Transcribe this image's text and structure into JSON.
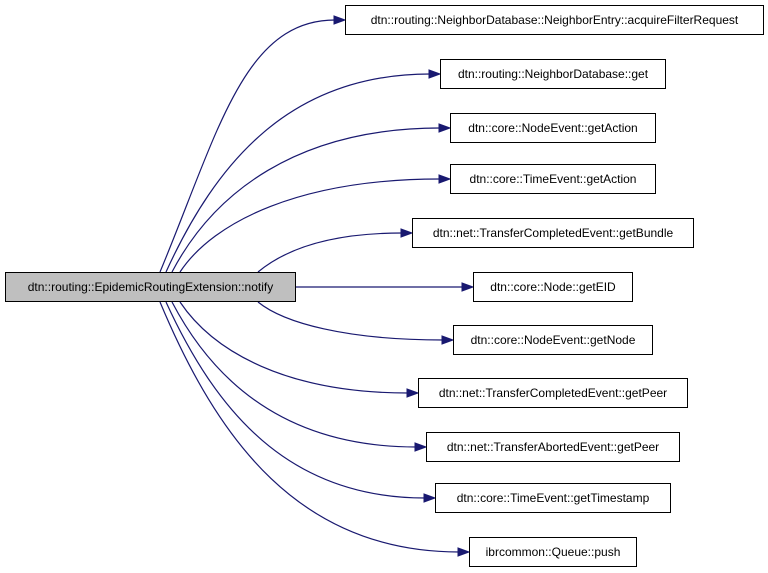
{
  "diagram": {
    "type": "call-graph",
    "edge_color": "#191970",
    "root": {
      "id": "notify",
      "label": "dtn::routing::EpidemicRoutingExtension::notify",
      "fill": "#bfbfbf"
    },
    "callees": [
      {
        "id": "acquireFilterRequest",
        "label": "dtn::routing::NeighborDatabase::NeighborEntry::acquireFilterRequest"
      },
      {
        "id": "neighbordb-get",
        "label": "dtn::routing::NeighborDatabase::get"
      },
      {
        "id": "nodeevent-getaction",
        "label": "dtn::core::NodeEvent::getAction"
      },
      {
        "id": "timeevent-getaction",
        "label": "dtn::core::TimeEvent::getAction"
      },
      {
        "id": "transfercompleted-getbundle",
        "label": "dtn::net::TransferCompletedEvent::getBundle"
      },
      {
        "id": "node-geteid",
        "label": "dtn::core::Node::getEID"
      },
      {
        "id": "nodeevent-getnode",
        "label": "dtn::core::NodeEvent::getNode"
      },
      {
        "id": "transfercompleted-getpeer",
        "label": "dtn::net::TransferCompletedEvent::getPeer"
      },
      {
        "id": "transferaborted-getpeer",
        "label": "dtn::net::TransferAbortedEvent::getPeer"
      },
      {
        "id": "timeevent-gettimestamp",
        "label": "dtn::core::TimeEvent::getTimestamp"
      },
      {
        "id": "queue-push",
        "label": "ibrcommon::Queue::push"
      }
    ],
    "edges_from_root_to_each_callee": true
  }
}
